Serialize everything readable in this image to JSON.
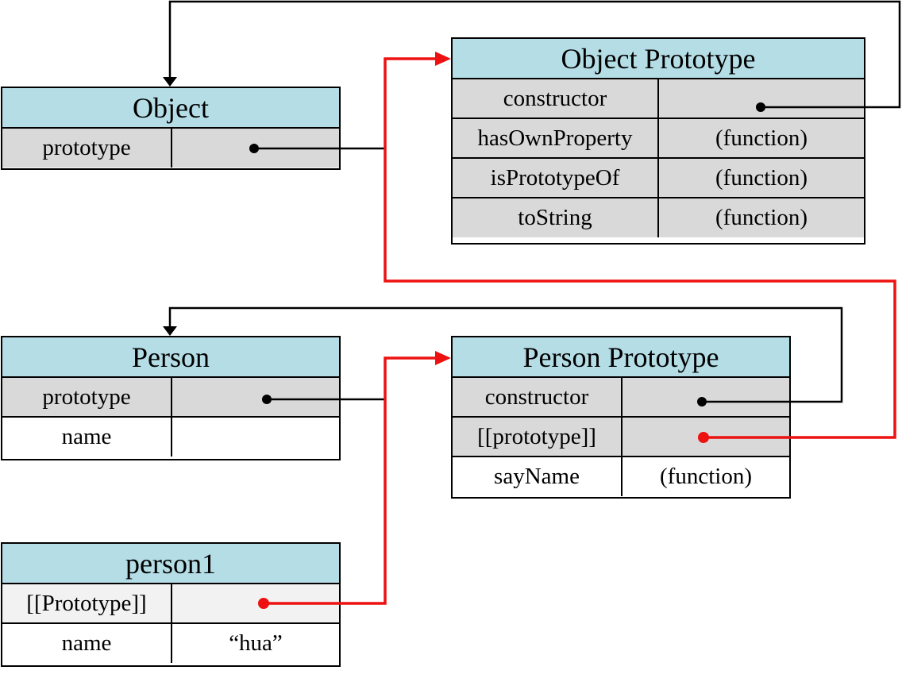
{
  "colors": {
    "header": "#b4dde6",
    "shaded_row": "#d9d9d9",
    "light_row": "#f2f2f2",
    "link_black": "#000000",
    "link_red": "#ee1111"
  },
  "object": {
    "title": "Object",
    "rows": [
      {
        "key": "prototype",
        "value": ""
      }
    ]
  },
  "object_prototype": {
    "title": "Object Prototype",
    "rows": [
      {
        "key": "constructor",
        "value": ""
      },
      {
        "key": "hasOwnProperty",
        "value": "(function)"
      },
      {
        "key": "isPrototypeOf",
        "value": "(function)"
      },
      {
        "key": "toString",
        "value": "(function)"
      }
    ]
  },
  "person": {
    "title": "Person",
    "rows": [
      {
        "key": "prototype",
        "value": ""
      },
      {
        "key": "name",
        "value": ""
      }
    ]
  },
  "person_prototype": {
    "title": "Person Prototype",
    "rows": [
      {
        "key": "constructor",
        "value": ""
      },
      {
        "key": "[[prototype]]",
        "value": ""
      },
      {
        "key": "sayName",
        "value": "(function)"
      }
    ]
  },
  "person1": {
    "title": "person1",
    "rows": [
      {
        "key": "[[Prototype]]",
        "value": ""
      },
      {
        "key": "name",
        "value": "“hua”"
      }
    ]
  }
}
